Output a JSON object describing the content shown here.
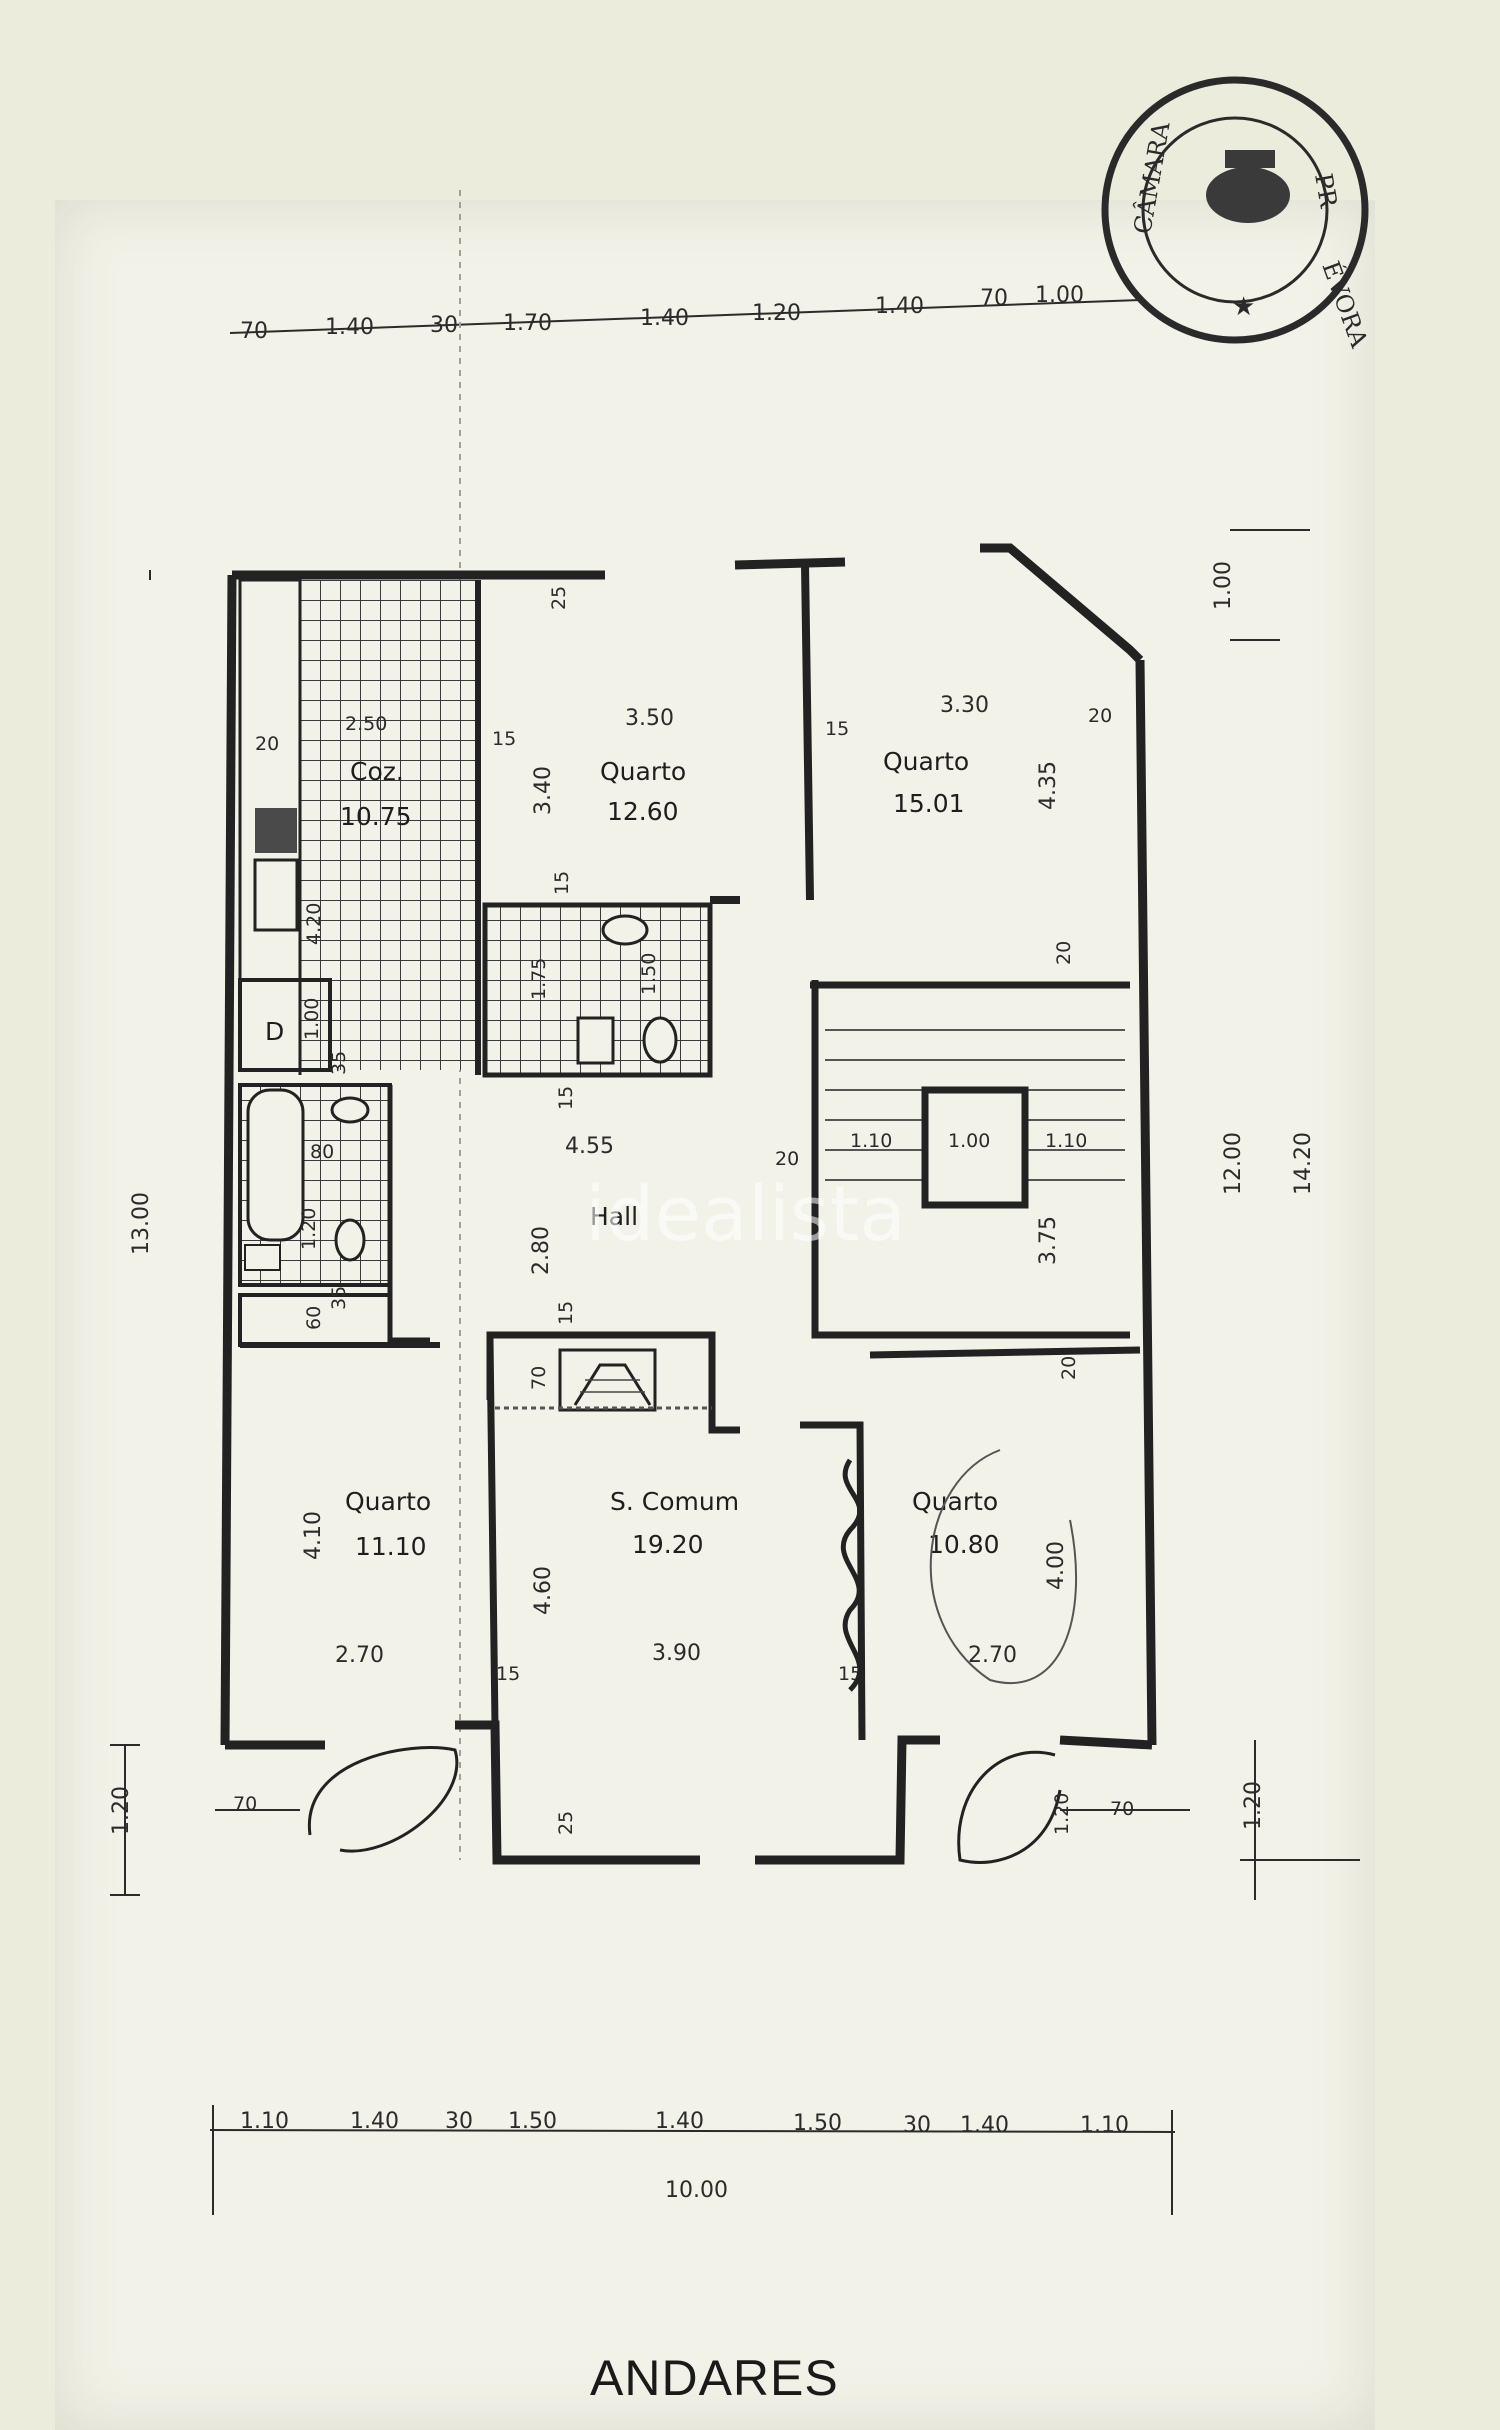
{
  "title": "ANDARES",
  "watermark": "idealista",
  "stamp": {
    "left": "CÂMARA",
    "right": "ÉVORA",
    "top": "PR"
  },
  "top_dims": [
    "70",
    "1.40",
    "30",
    "1.70",
    "1.40",
    "1.20",
    "1.40",
    "70",
    "1.00"
  ],
  "bottom_dims": [
    "1.10",
    "1.40",
    "30",
    "1.50",
    "1.40",
    "1.50",
    "30",
    "1.40",
    "1.10"
  ],
  "bottom_total": "10.00",
  "left_total": "13.00",
  "left_bottom": "1.20",
  "right_top": "1.00",
  "right_mid": "12.00",
  "right_total": "14.20",
  "right_bottom": "1.20",
  "rooms": {
    "quarto_top": {
      "name": "Quarto",
      "area": "12.60",
      "w": "3.50",
      "h": "3.40"
    },
    "quarto_top_right": {
      "name": "Quarto",
      "area": "15.01",
      "w": "3.30",
      "h": "4.35"
    },
    "cozinha": {
      "name": "Coz.",
      "area": "10.75",
      "w": "2.50"
    },
    "hall": {
      "name": "Hall",
      "w": "4.55",
      "h": "2.80"
    },
    "stairs": {
      "l": "1.10",
      "c": "1.00",
      "r": "1.10",
      "h": "3.75"
    },
    "quarto_left": {
      "name": "Quarto",
      "area": "11.10",
      "w": "2.70",
      "h": "4.10"
    },
    "s_comum": {
      "name": "S. Comum",
      "area": "19.20",
      "w": "3.90",
      "h": "4.60"
    },
    "quarto_right": {
      "name": "Quarto",
      "area": "10.80",
      "w": "2.70",
      "h": "4.00"
    }
  },
  "marks": {
    "d": "D",
    "m15": "15",
    "m20": "20",
    "m25": "25",
    "m35": "35",
    "m60": "60",
    "m70": "70",
    "m100": "1.00",
    "m120": "1.20",
    "m175": "1.75",
    "m150": "1.50",
    "m420": "4.20",
    "m80": "80",
    "m60b": "60"
  }
}
